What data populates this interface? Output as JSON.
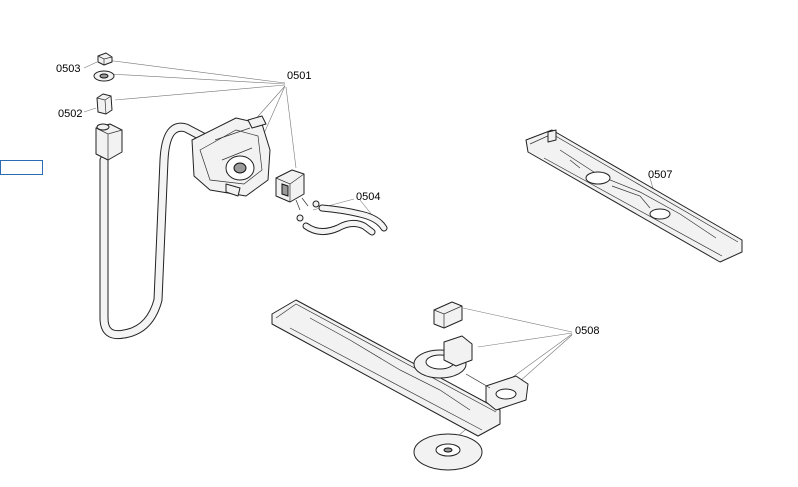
{
  "labels": {
    "p0501": "0501",
    "p0502": "0502",
    "p0503": "0503",
    "p0504": "0504",
    "p0507": "0507",
    "p0508": "0508"
  },
  "colors": {
    "line": "#222222",
    "leader": "#777777",
    "fill_light": "#f2f2f2",
    "selection": "#2a6db5"
  }
}
